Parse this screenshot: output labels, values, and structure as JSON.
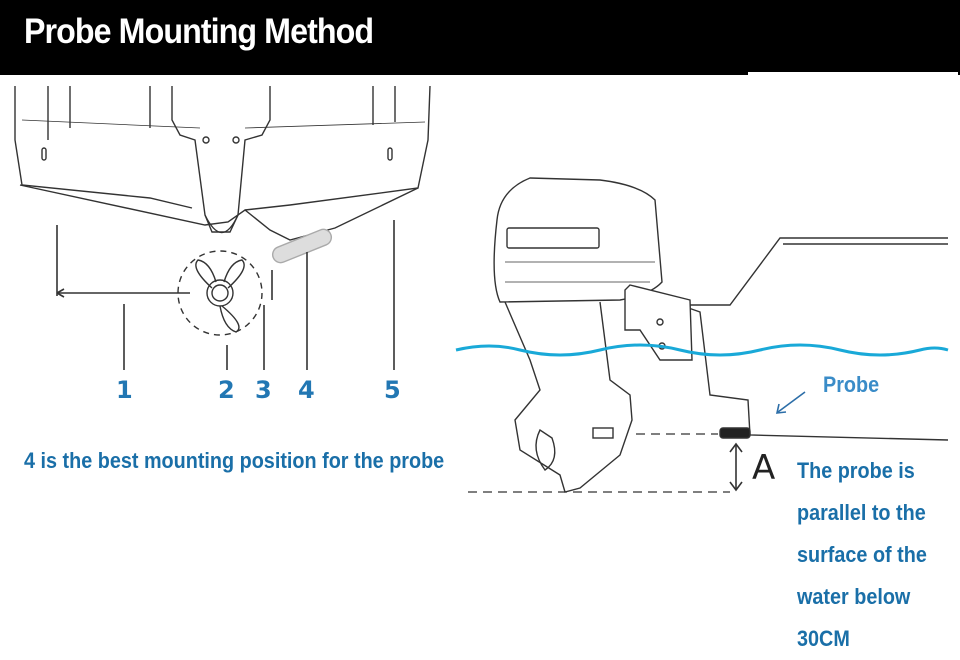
{
  "header": {
    "title": "Probe Mounting Method"
  },
  "rear_view": {
    "position_numbers": [
      "1",
      "2",
      "3",
      "4",
      "5"
    ]
  },
  "caption": "4 is the best mounting position for the probe",
  "side_view": {
    "probe_label": "Probe",
    "distance_label": "A",
    "description_lines": [
      "The probe is",
      "parallel to the",
      "surface of the",
      "water below",
      "30CM"
    ]
  },
  "colors": {
    "header_bg": "#000000",
    "text_blue": "#1a6fa8",
    "water": "#19a9d8"
  }
}
